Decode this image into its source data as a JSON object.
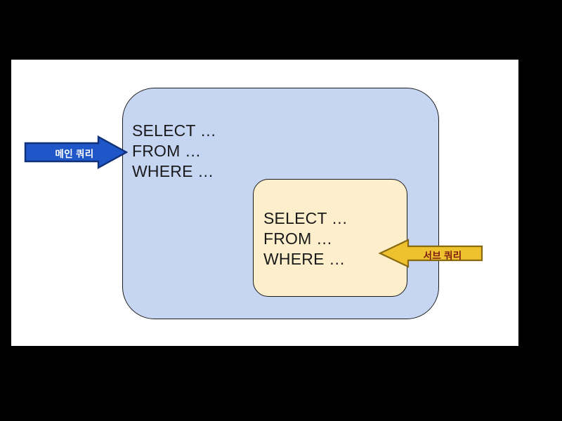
{
  "diagram": {
    "title": "SQL subquery structure diagram",
    "canvas_background": "#ffffff",
    "page_background": "#000000",
    "main_query": {
      "label": "메인 쿼리",
      "box_fill": "#c6d5f2",
      "box_border": "#1b1b1b",
      "arrow_fill": "#1f56c8",
      "arrow_border": "#11307a",
      "arrow_label_color": "#ffffff",
      "arrow_direction": "right",
      "lines": [
        "SELECT …",
        "FROM …",
        "WHERE …"
      ],
      "text": "SELECT …\nFROM …\nWHERE …"
    },
    "sub_query": {
      "label": "서브 쿼리",
      "box_fill": "#fdefcc",
      "box_border": "#1b1b1b",
      "arrow_fill": "#eec22e",
      "arrow_border": "#8a6a10",
      "arrow_label_color": "#7c1a12",
      "arrow_direction": "left",
      "lines": [
        "SELECT …",
        "FROM …",
        "WHERE …"
      ],
      "text": "SELECT …\nFROM …\nWHERE …"
    }
  }
}
